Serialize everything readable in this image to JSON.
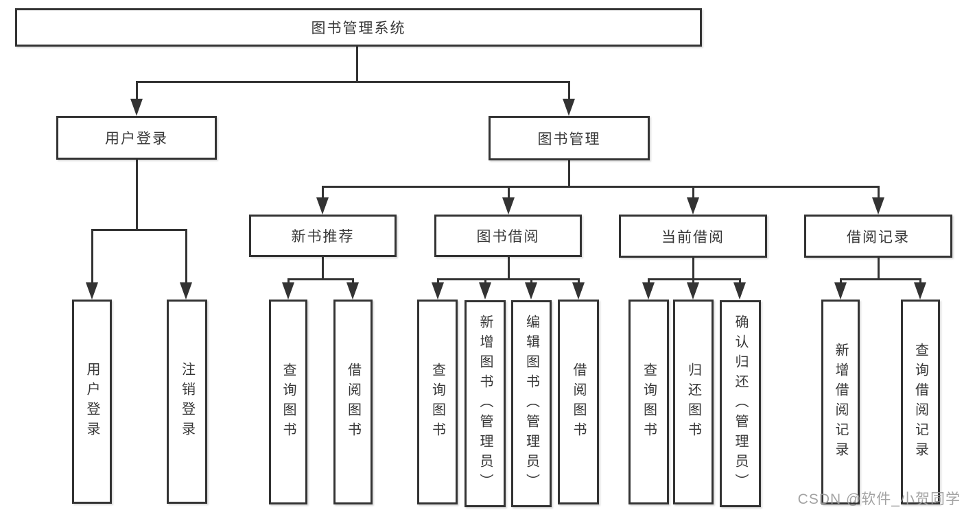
{
  "colors": {
    "line": "#333333",
    "node_border": "#333333",
    "node_text": "#383838",
    "background": "#ffffff",
    "watermark_text_color": "#9c9c9c"
  },
  "diagram": {
    "root": {
      "label": "图书管理系统"
    },
    "level2": {
      "user_login": {
        "label": "用户登录"
      },
      "book_management": {
        "label": "图书管理"
      }
    },
    "level3": {
      "new_book_recommend": {
        "label": "新书推荐"
      },
      "book_borrowing": {
        "label": "图书借阅"
      },
      "current_borrowing": {
        "label": "当前借阅"
      },
      "borrowing_records": {
        "label": "借阅记录"
      }
    },
    "leaves": {
      "user_login_children": [
        "用户登录",
        "注销登录"
      ],
      "new_book_children": [
        "查询图书",
        "借阅图书"
      ],
      "book_borrowing_children": [
        "查询图书",
        "新增图书（管理员）",
        "编辑图书（管理员）",
        "借阅图书"
      ],
      "current_borrowing_children": [
        "查询图书",
        "归还图书",
        "确认归还（管理员）"
      ],
      "borrowing_records_children": [
        "新增借阅记录",
        "查询借阅记录"
      ]
    }
  },
  "watermark": {
    "text": "CSDN @软件_小贺同学"
  }
}
